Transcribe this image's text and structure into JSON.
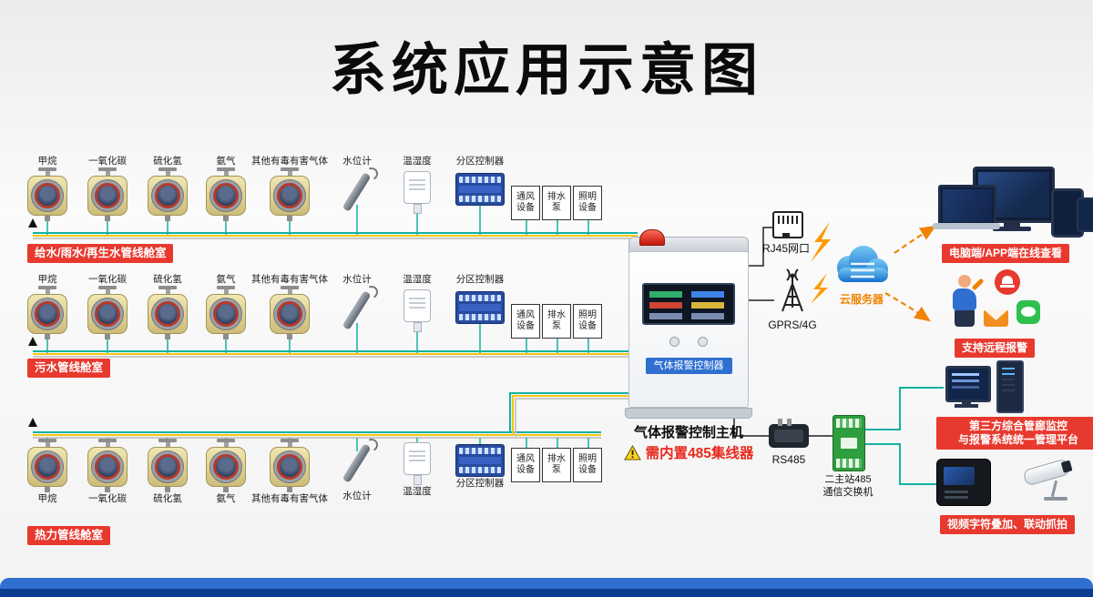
{
  "title": "系统应用示意图",
  "sensor_set": [
    {
      "label": "甲烷",
      "type": "gas-detector"
    },
    {
      "label": "一氧化碳",
      "type": "gas-detector"
    },
    {
      "label": "硫化氢",
      "type": "gas-detector"
    },
    {
      "label": "氨气",
      "type": "gas-detector"
    },
    {
      "label": "其他有毒有害气体",
      "type": "gas-detector"
    },
    {
      "label": "水位计",
      "type": "water-level-sensor"
    },
    {
      "label": "温湿度",
      "type": "temp-humidity-sensor"
    },
    {
      "label": "分区控制器",
      "type": "zone-controller"
    }
  ],
  "device_boxes": [
    "通风设备",
    "排水泵",
    "照明设备"
  ],
  "rows": [
    {
      "cabin": "给水/雨水/再生水管线舱室"
    },
    {
      "cabin": "污水管线舱室"
    },
    {
      "cabin": "热力管线舱室"
    }
  ],
  "controller": {
    "screen_label": "气体报警控制器",
    "name": "气体报警控制主机",
    "note": "需内置485集线器"
  },
  "network": {
    "rj45_label": "RJ45网口",
    "gprs_label": "GPRS/4G",
    "cloud_label": "云服务器",
    "rs485_label": "RS485",
    "switch_label_line1": "二主站485",
    "switch_label_line2": "通信交换机"
  },
  "outputs": {
    "online": "电脑端/APP端在线查看",
    "remote_alarm": "支持远程报警",
    "platform_line1": "第三方综合管廊监控",
    "platform_line2": "与报警系统统一管理平台",
    "video": "视频字符叠加、联动抓拍"
  },
  "colors": {
    "accent_red": "#e8392e",
    "wire_teal": "#12b2a4",
    "wire_yellow": "#f2c716",
    "wire_silver": "#c9c9c9",
    "orange": "#f08300",
    "bar_blue": "#2f6fd0",
    "bar_dark_blue": "#0a3d8f"
  }
}
